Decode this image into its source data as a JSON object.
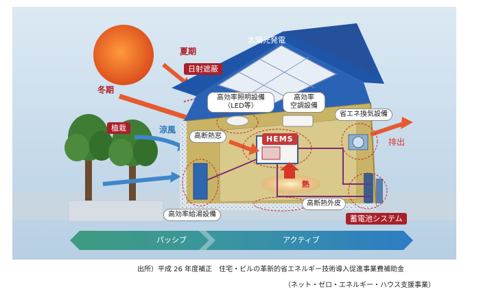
{
  "labels": {
    "solar": "太陽光発電",
    "summer": "夏期",
    "shading": "日射遮蔽",
    "winter": "冬期",
    "planting": "植栽",
    "breeze": "涼風",
    "led_line1": "高効率照明設備",
    "led_line2": "（LED等）",
    "ac_line1": "高効率",
    "ac_line2": "空調設備",
    "ventilation": "省エネ換気設備",
    "window": "高断熱窓",
    "hems": "HEMS",
    "exhaust": "排出",
    "heat": "熱",
    "insulation": "高断熱外皮",
    "water_heater": "高効率給湯設備",
    "battery": "蓄電池システム",
    "passive": "パッシブ",
    "active": "アクティブ"
  },
  "caption": {
    "line1": "出所）平成 26 年度補正　住宅・ビルの革新的省エネルギー技術導入促進事業費補助金",
    "line2": "（ネット・ゼロ・エネルギー・ハウス支援事業）"
  },
  "colors": {
    "sky": "#cfe0ee",
    "roof": "#1f55a8",
    "wall": "#c9b466",
    "sun": "#e8641c",
    "label_red": "#a8202a",
    "arrow_blue": "#3f86c9",
    "arrow_orange": "#e65a30",
    "bar_green": "#3f9a86",
    "bar_blue": "#2a7fc0"
  }
}
